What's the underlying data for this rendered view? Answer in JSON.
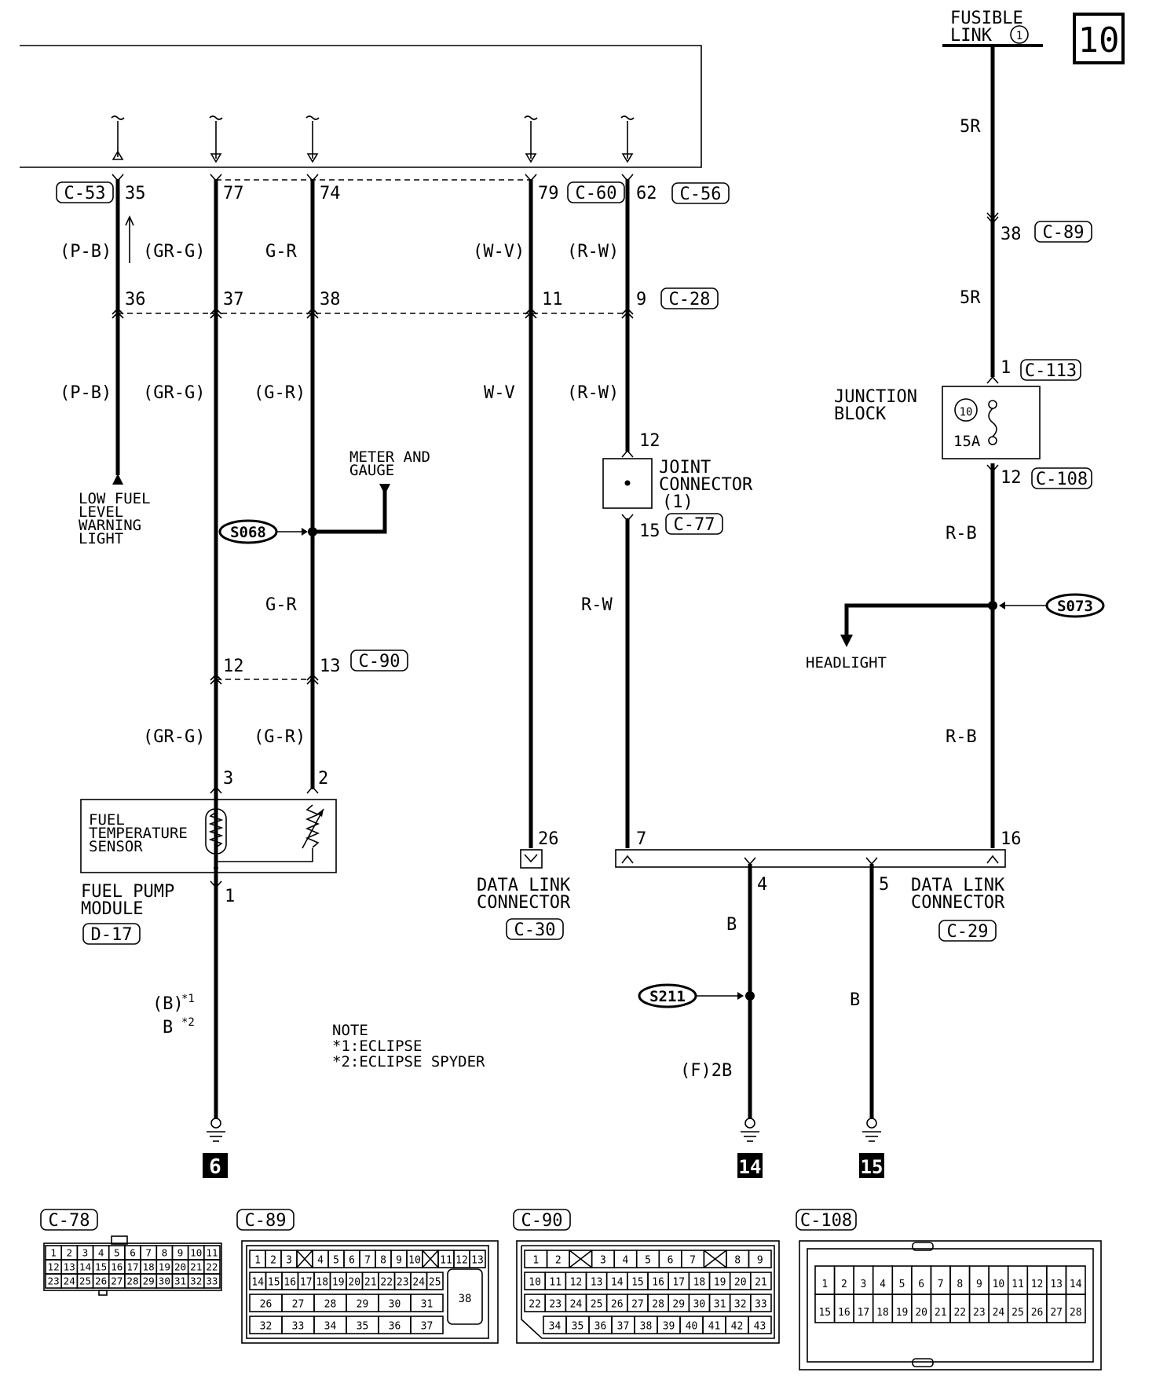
{
  "page_number": "10",
  "fusible_link": {
    "line1": "FUSIBLE",
    "line2": "LINK",
    "num": "1"
  },
  "connectors": {
    "c53": "C-53",
    "c60": "C-60",
    "c56": "C-56",
    "c28": "C-28",
    "c89": "C-89",
    "c113": "C-113",
    "c108": "C-108",
    "c77": "C-77",
    "c90": "C-90",
    "c30": "C-30",
    "c29": "C-29",
    "d17": "D-17",
    "c78": "C-78"
  },
  "pins": {
    "p35": "35",
    "p77": "77",
    "p74": "74",
    "p79": "79",
    "p62": "62",
    "p36": "36",
    "p37": "37",
    "p38": "38",
    "p11": "11",
    "p9": "9",
    "p38b": "38",
    "p1b": "1",
    "p12b": "12",
    "p12j": "12",
    "p15j": "15",
    "p12c": "12",
    "p13c": "13",
    "p3": "3",
    "p2": "2",
    "p1": "1",
    "p26": "26",
    "p7": "7",
    "p16": "16",
    "p4": "4",
    "p5": "5"
  },
  "wires": {
    "pb1": "(P-B)",
    "grg1": "(GR-G)",
    "gr1": "G-R",
    "wv1": "(W-V)",
    "rw1": "(R-W)",
    "pb2": "(P-B)",
    "grg2": "(GR-G)",
    "gr2": "(G-R)",
    "wv2": "W-V",
    "rw2": "(R-W)",
    "gr3": "G-R",
    "rw3": "R-W",
    "grg3": "(GR-G)",
    "gr4": "(G-R)",
    "r5a": "5R",
    "r5b": "5R",
    "rb1": "R-B",
    "rb2": "R-B",
    "b1": "B",
    "b2": "B",
    "b_paren": "(B)",
    "b_plain": "B",
    "f2b": "(F)2B",
    "star1": "*1",
    "star2": "*2"
  },
  "labels": {
    "low_fuel": [
      "LOW FUEL",
      "LEVEL",
      "WARNING",
      "LIGHT"
    ],
    "meter": [
      "METER AND",
      "GAUGE"
    ],
    "joint": [
      "JOINT",
      "CONNECTOR",
      "(1)"
    ],
    "junction": [
      "JUNCTION",
      "BLOCK"
    ],
    "fuse_num": "10",
    "fuse_amp": "15A",
    "headlight": "HEADLIGHT",
    "fuel_temp": [
      "FUEL",
      "TEMPERATURE",
      "SENSOR"
    ],
    "fuel_pump": [
      "FUEL PUMP",
      "MODULE"
    ],
    "dlc_left": [
      "DATA LINK",
      "CONNECTOR"
    ],
    "dlc_right": [
      "DATA LINK",
      "CONNECTOR"
    ],
    "note": [
      "NOTE",
      "*1:ECLIPSE",
      "*2:ECLIPSE SPYDER"
    ]
  },
  "splices": {
    "s068": "S068",
    "s073": "S073",
    "s211": "S211"
  },
  "grounds": {
    "g6": "6",
    "g14": "14",
    "g15": "15"
  },
  "face_views": {
    "c78": {
      "rows": [
        [
          "1",
          "2",
          "3",
          "4",
          "5",
          "6",
          "7",
          "8",
          "9",
          "10",
          "11"
        ],
        [
          "12",
          "13",
          "14",
          "15",
          "16",
          "17",
          "18",
          "19",
          "20",
          "21",
          "22"
        ],
        [
          "23",
          "24",
          "25",
          "26",
          "27",
          "28",
          "29",
          "30",
          "31",
          "32",
          "33"
        ]
      ]
    },
    "c89": {
      "rows": [
        [
          "1",
          "2",
          "3",
          "",
          "4",
          "5",
          "6",
          "7",
          "8",
          "9",
          "10",
          "",
          "11",
          "12",
          "13"
        ],
        [
          "14",
          "15",
          "16",
          "17",
          "18",
          "19",
          "20",
          "21",
          "22",
          "23",
          "24",
          "25"
        ],
        [
          "26",
          "27",
          "28",
          "29",
          "30",
          "31"
        ],
        [
          "32",
          "33",
          "34",
          "35",
          "36",
          "37"
        ]
      ],
      "big": "38"
    },
    "c90": {
      "rows": [
        [
          "1",
          "2",
          "",
          "3",
          "4",
          "5",
          "6",
          "7",
          "",
          "8",
          "9"
        ],
        [
          "10",
          "11",
          "12",
          "13",
          "14",
          "15",
          "16",
          "17",
          "18",
          "19",
          "20",
          "21"
        ],
        [
          "22",
          "23",
          "24",
          "25",
          "26",
          "27",
          "28",
          "29",
          "30",
          "31",
          "32",
          "33"
        ],
        [
          "34",
          "35",
          "36",
          "37",
          "38",
          "39",
          "40",
          "41",
          "42",
          "43"
        ]
      ]
    },
    "c108": {
      "rows": [
        [
          "1",
          "2",
          "3",
          "4",
          "5",
          "6",
          "7",
          "8",
          "9",
          "10",
          "11",
          "12",
          "13",
          "14"
        ],
        [
          "15",
          "16",
          "17",
          "18",
          "19",
          "20",
          "21",
          "22",
          "23",
          "24",
          "25",
          "26",
          "27",
          "28"
        ]
      ]
    }
  }
}
